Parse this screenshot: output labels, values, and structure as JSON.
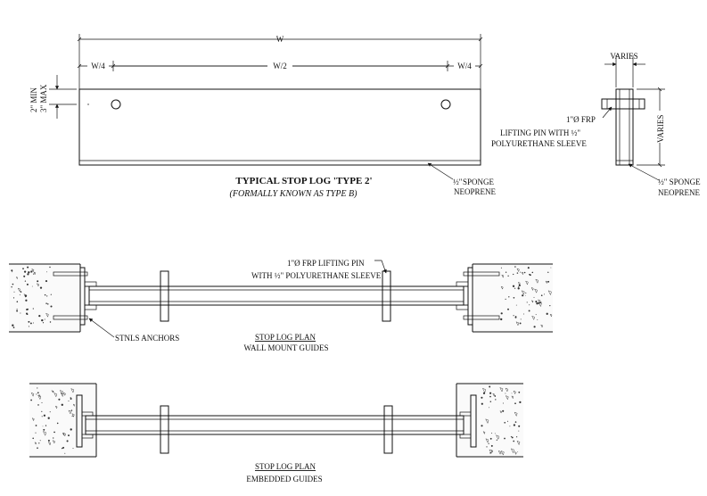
{
  "elevation": {
    "dim_total": "W",
    "dim_quarter_left": "W/4",
    "dim_half": "W/2",
    "dim_quarter_right": "W/4",
    "dim_min": "2\" MIN",
    "dim_max": "3\" MAX",
    "title": "TYPICAL STOP LOG 'TYPE 2'",
    "subtitle": "(FORMALLY KNOWN AS TYPE B)",
    "sponge_frac": "½\"",
    "sponge_line1": "SPONGE",
    "sponge_line2": "NEOPRENE"
  },
  "section": {
    "dim_width": "VARIES",
    "dim_height": "VARIES",
    "pin_line1": "1\"Ø FRP",
    "pin_line2": "LIFTING PIN WITH ½\"",
    "pin_line3": "POLYURETHANE SLEEVE",
    "sponge_line1": "½\" SPONGE",
    "sponge_line2": "NEOPRENE"
  },
  "plan_wall": {
    "pin_line1": "1\"Ø FRP LIFTING PIN",
    "pin_line2": "WITH ½\" POLYURETHANE SLEEVE",
    "anchors": "STNLS ANCHORS",
    "title": "STOP LOG PLAN",
    "subtitle": "WALL MOUNT GUIDES"
  },
  "plan_embedded": {
    "title": "STOP LOG PLAN",
    "subtitle": "EMBEDDED GUIDES"
  }
}
